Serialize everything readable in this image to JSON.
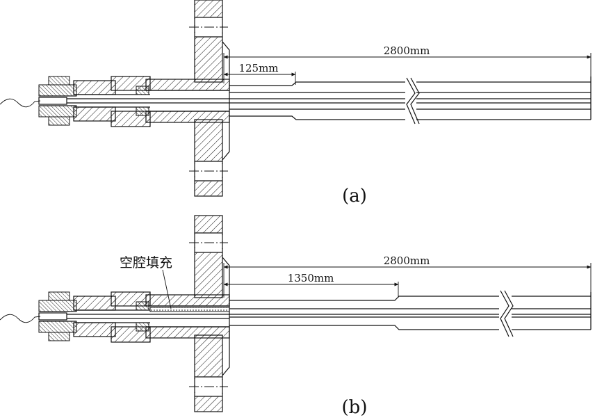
{
  "views": [
    {
      "caption": "(a)",
      "total_length_label": "2800mm",
      "section_length_label": "125mm",
      "callout_label": ""
    },
    {
      "caption": "(b)",
      "total_length_label": "2800mm",
      "section_length_label": "1350mm",
      "callout_label": "空腔填充"
    }
  ],
  "colors": {
    "line": "#111111",
    "background": "#ffffff"
  }
}
